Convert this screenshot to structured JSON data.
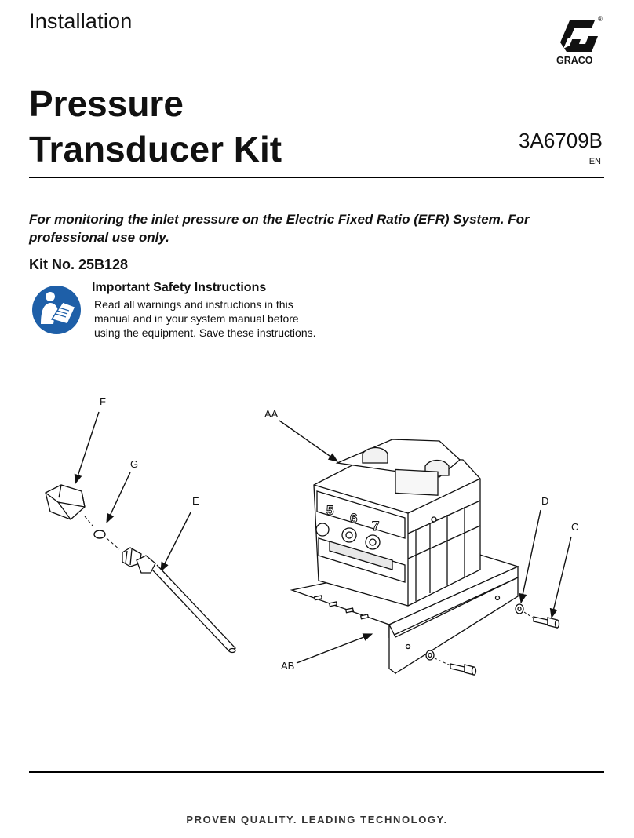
{
  "header": {
    "section": "Installation",
    "brand": "GRACO",
    "registered": "®"
  },
  "title": {
    "line1": "Pressure",
    "line2": "Transducer Kit"
  },
  "document": {
    "number": "3A6709B",
    "language": "EN"
  },
  "purpose": "For monitoring the inlet pressure on the Electric Fixed Ratio (EFR) System. For professional use only.",
  "kit": "Kit No. 25B128",
  "safety": {
    "heading": "Important Safety Instructions",
    "line1": "Read all warnings and instructions in this",
    "line2": "manual and in your system manual before",
    "line3": "using the equipment. Save these instructions.",
    "icon": "read-manual-icon"
  },
  "figure": {
    "callouts": {
      "F": "F",
      "G": "G",
      "E": "E",
      "AA": "AA",
      "AB": "AB",
      "D": "D",
      "C": "C"
    },
    "port_numbers": [
      "5",
      "6",
      "7"
    ]
  },
  "footer": {
    "tagline": "PROVEN QUALITY. LEADING TECHNOLOGY."
  },
  "colors": {
    "icon_blue": "#1e5fa8",
    "text": "#111111"
  }
}
